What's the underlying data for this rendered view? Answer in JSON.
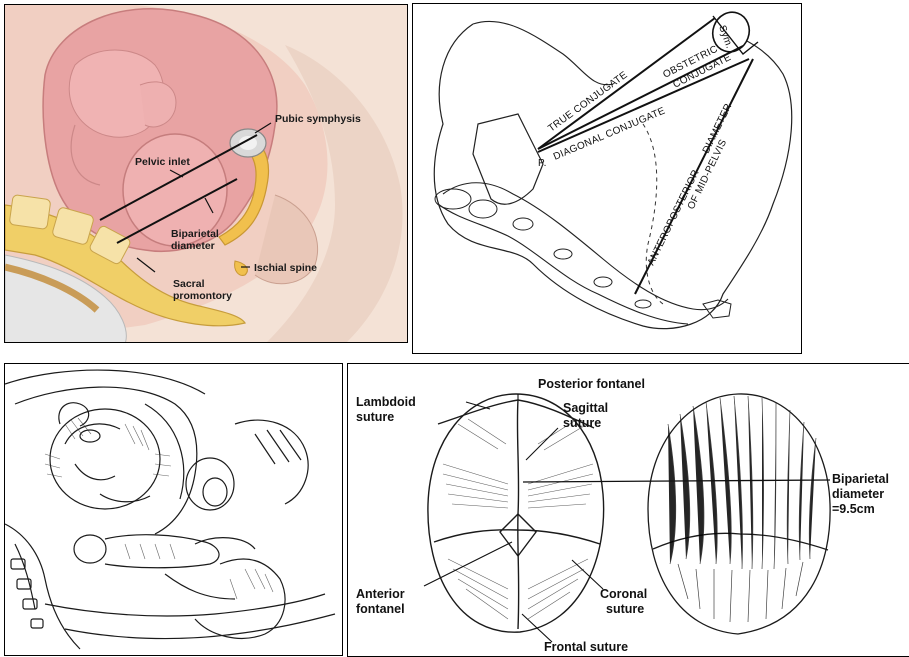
{
  "panel1": {
    "labels": {
      "pubic_symphysis": "Pubic symphysis",
      "pelvic_inlet": "Pelvic inlet",
      "biparietal_1": "Biparietal",
      "biparietal_2": "diameter",
      "ischial_spine": "Ischial spine",
      "sacral_1": "Sacral",
      "sacral_2": "promontory"
    }
  },
  "panel2": {
    "labels": {
      "sym": "Sym.",
      "true_conjugate": "TRUE CONJUGATE",
      "obstetric_1": "OBSTETRIC",
      "obstetric_2": "CONJUGATE",
      "diagonal_conjugate": "DIAGONAL CONJUGATE",
      "p": "P.",
      "diameter": "DIAMETER",
      "anteroposterior": "ANTEROPOSTERIOR",
      "of_mid_pelvis": "OF MID-PELVIS"
    }
  },
  "panel4": {
    "labels": {
      "posterior_fontanel": "Posterior fontanel",
      "lambdoid_1": "Lambdoid",
      "lambdoid_2": "suture",
      "sagittal_1": "Sagittal",
      "sagittal_2": "suture",
      "biparietal_1": "Biparietal",
      "biparietal_2": "diameter",
      "biparietal_3": "=9.5cm",
      "anterior_1": "Anterior",
      "anterior_2": "fontanel",
      "coronal_1": "Coronal",
      "coronal_2": "suture",
      "frontal_suture": "Frontal suture"
    }
  }
}
